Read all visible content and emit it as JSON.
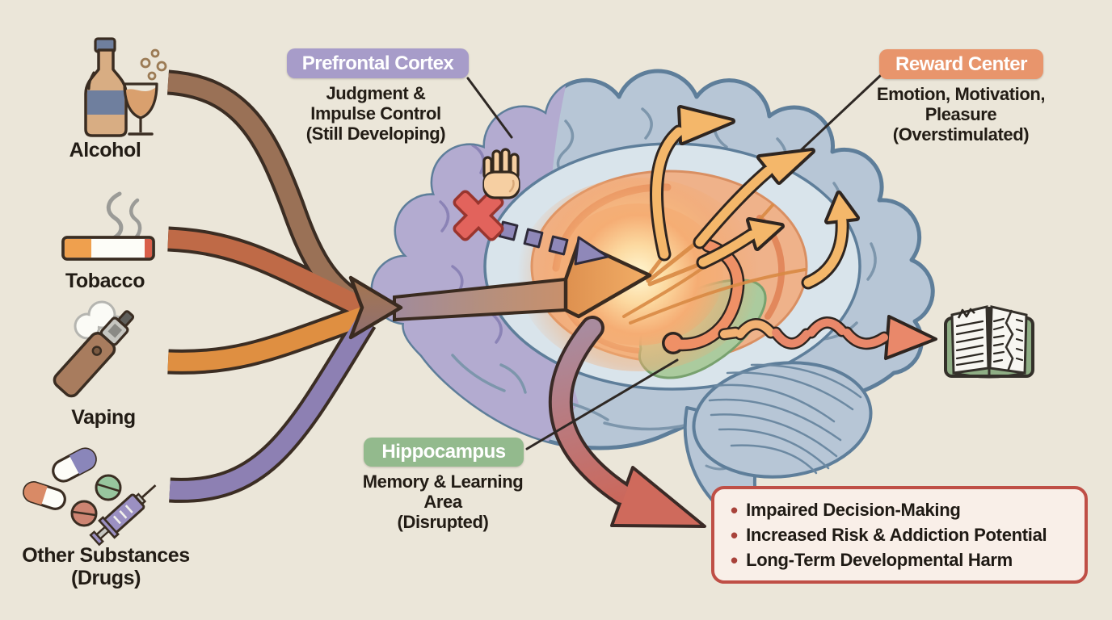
{
  "sources": {
    "alcohol": {
      "label": "Alcohol",
      "icon": "alcohol-icon",
      "arrow_color": "#9a7156"
    },
    "tobacco": {
      "label": "Tobacco",
      "icon": "tobacco-icon",
      "arrow_color": "#bf6a47"
    },
    "vaping": {
      "label": "Vaping",
      "icon": "vaping-icon",
      "arrow_color": "#df8f41"
    },
    "other": {
      "label": "Other Substances\n(Drugs)",
      "icon": "drugs-icon",
      "arrow_color": "#8d80b3"
    }
  },
  "regions": {
    "prefrontal": {
      "title": "Prefrontal Cortex",
      "description": "Judgment &\nImpulse Control\n(Still Developing)",
      "badge_color": "#a79cc9"
    },
    "reward": {
      "title": "Reward Center",
      "description": "Emotion, Motivation,\nPleasure\n(Overstimulated)",
      "badge_color": "#e8956c"
    },
    "hippocampus": {
      "title": "Hippocampus",
      "description": "Memory & Learning Area\n(Disrupted)",
      "badge_color": "#93ba8d"
    }
  },
  "outcomes": {
    "bullet_char": "•",
    "items": [
      "Impaired Decision-Making",
      "Increased Risk & Addiction Potential",
      "Long-Term Developmental Harm"
    ]
  },
  "icons": [
    "alcohol-icon",
    "tobacco-icon",
    "vaping-icon",
    "drugs-icon",
    "stop-hand-icon",
    "red-x-icon",
    "blocked-signal-arrow",
    "reward-burst-arrows",
    "memory-wave-arrow",
    "damaged-book-icon",
    "harm-arrow"
  ],
  "colors": {
    "background": "#ebe6d9",
    "brain_fill": "#b7c6d6",
    "brain_outline": "#5e7e9a",
    "inner_band": "#d9e4eb",
    "prefrontal_region": "#b3abd0",
    "reward_glow": "#f2a878",
    "hippocampus_region": "#abcb9e",
    "yellow_arrow": "#f4b76a",
    "wave_arrow": "#e9886a",
    "outcome_border": "#bf4f46",
    "outcome_bg": "#f9efe8",
    "bullet": "#a8423a",
    "text": "#221c15"
  }
}
